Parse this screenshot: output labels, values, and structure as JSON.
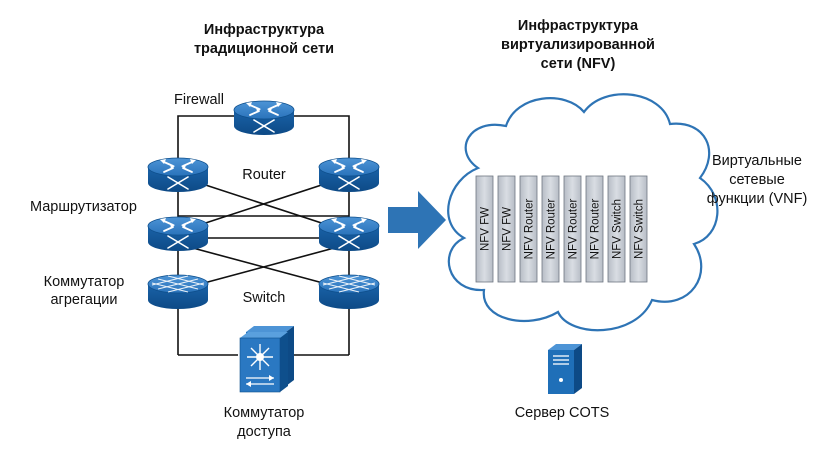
{
  "traditional": {
    "title_line1": "Инфраструктура",
    "title_line2": "традиционной сети",
    "firewall_label": "Firewall",
    "router_label": "Router",
    "router_ru_label": "Маршрутизатор",
    "aggregation_line1": "Коммутатор",
    "aggregation_line2": "агрегации",
    "switch_label": "Switch",
    "access_line1": "Коммутатор",
    "access_line2": "доступа"
  },
  "nfv": {
    "title_line1": "Инфраструктура",
    "title_line2": "виртуализированной",
    "title_line3": "сети (NFV)",
    "vnf_line1": "Виртуальные",
    "vnf_line2": "сетевые",
    "vnf_line3": "функции (VNF)",
    "server_label": "Сервер COTS",
    "functions": [
      "NFV FW",
      "NFV FW",
      "NFV Router",
      "NFV Router",
      "NFV Router",
      "NFV Router",
      "NFV Switch",
      "NFV Switch"
    ]
  },
  "colors": {
    "device_blue": "#1f6fb8",
    "device_dark": "#0e4f8c",
    "arrow_blue": "#2e74b5",
    "cloud_stroke": "#2e74b5",
    "slot_fill": "#c9ced6"
  }
}
